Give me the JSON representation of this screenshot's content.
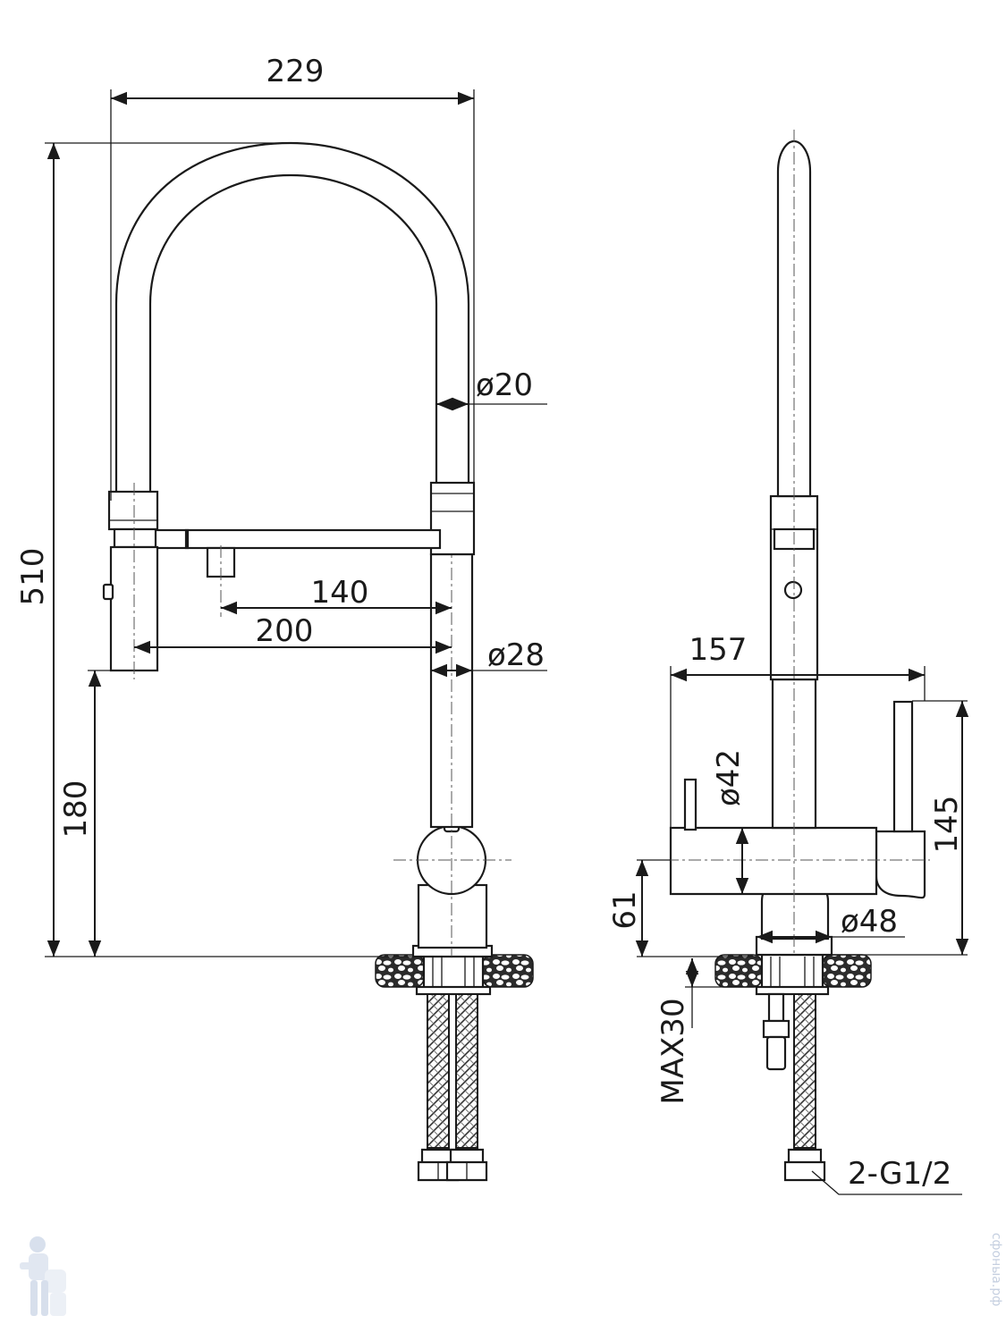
{
  "front_view": {
    "width_label": "229",
    "height_label": "510",
    "spout_diameter_label": "ø20",
    "body_diameter_label": "ø28",
    "reach_label": "140",
    "outlet_reach_label": "200",
    "outlet_height_label": "180"
  },
  "side_view": {
    "depth_label": "157",
    "handle_diameter_label": "ø42",
    "height_label": "145",
    "base_diameter_label": "ø48",
    "base_height_label": "61",
    "deck_thickness_label": "MAX30",
    "connection_label": "2-G1/2"
  },
  "watermark": {
    "text": "сфоныа.рф",
    "icon": "plumber-mascot-icon"
  },
  "colors": {
    "line": "#1a1a1a",
    "watermark": "#c5cfe0"
  }
}
